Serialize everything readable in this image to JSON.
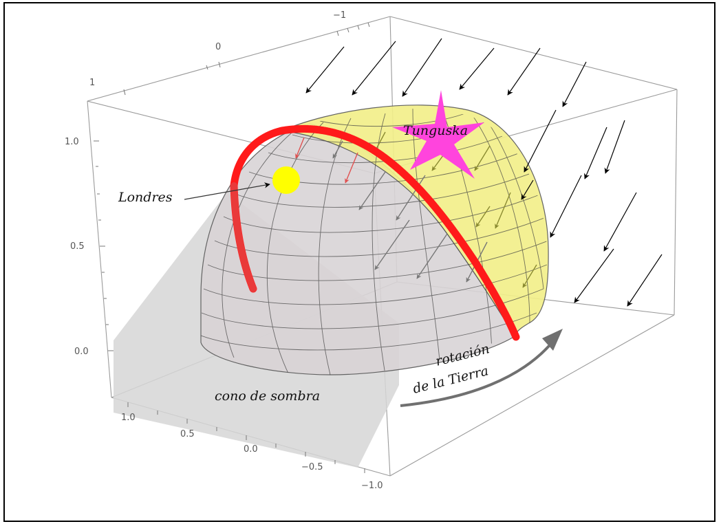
{
  "labels": {
    "londres": "Londres",
    "tunguska": "Tunguska",
    "cono": "cono de sombra",
    "rotacion_1": "rotación",
    "rotacion_2": "de la Tierra"
  },
  "axis_ticks": {
    "top": [
      "−1",
      "0",
      "1"
    ],
    "left": [
      "1.0",
      "0.5",
      "0.0"
    ],
    "bottom": [
      "1.0",
      "0.5",
      "0.0",
      "−0.5",
      "−1.0"
    ]
  },
  "colors": {
    "terminator": "#ff1a1a",
    "day_side": "#f2ef8a",
    "night_side": "#d9d4d6",
    "shadow_cone": "#d6d6d6",
    "marker_londres": "#ffff00",
    "marker_tunguska": "#ff44dd",
    "sun_rays": "#000000",
    "rotation_arrow": "#707070"
  },
  "icons": {
    "londres": "circle-marker",
    "tunguska": "six-point-star",
    "rays": "arrow",
    "rotation": "curved-arrow"
  }
}
